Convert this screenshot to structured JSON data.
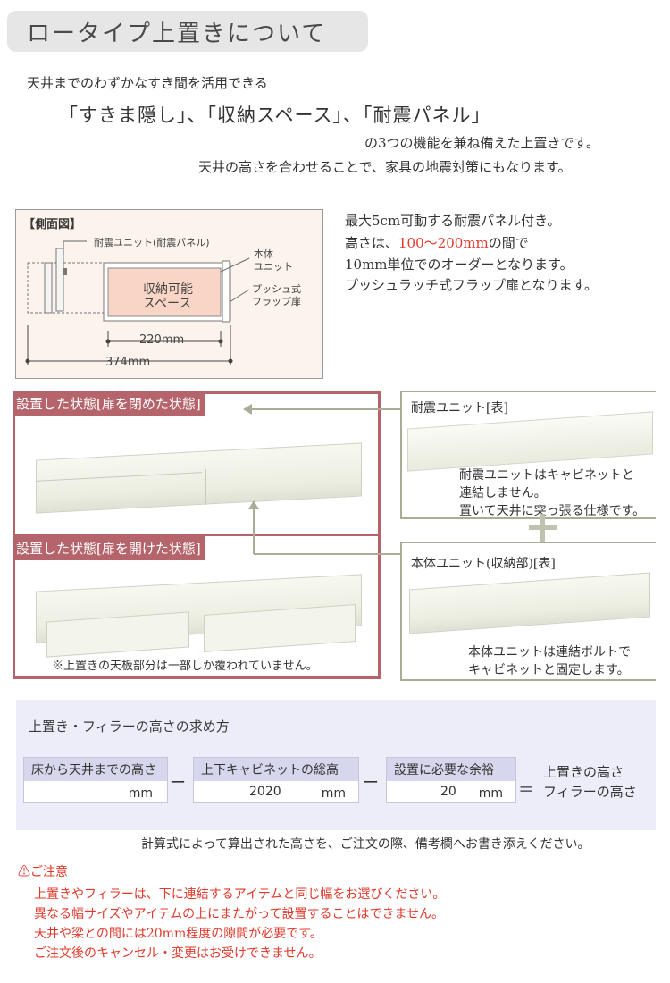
{
  "header": {
    "title": "ロータイプ上置きについて"
  },
  "intro": {
    "line1": "天井までのわずかなすき間を活用できる",
    "line2": "「すきま隠し」、「収納スペース」、「耐震パネル」",
    "line3": "の3つの機能を兼ね備えた上置きです。",
    "line4": "天井の高さを合わせることで、家具の地震対策にもなります。"
  },
  "side_view": {
    "title": "【側面図】",
    "label_panel": "耐震ユニット(耐震パネル)",
    "label_body_1": "本体",
    "label_body_2": "ユニット",
    "storage_1": "収納可能",
    "storage_2": "スペース",
    "label_door_1": "プッシュ式",
    "label_door_2": "フラップ扉",
    "dim_inner": "220mm",
    "dim_outer": "374mm"
  },
  "features": {
    "line1": "最大5cm可動する耐震パネル付き。",
    "line2_pre": "高さは、",
    "line2_highlight": "100〜200mm",
    "line2_post": "の間で",
    "line3": "10mm単位でのオーダーとなります。",
    "line4": "プッシュラッチ式フラップ扉となります。"
  },
  "installed": {
    "closed_label": "設置した状態[扉を閉めた状態]",
    "open_label": "設置した状態[扉を開けた状態]",
    "note": "※上置きの天板部分は一部しか覆われていません。"
  },
  "units": {
    "panel_title": "耐震ユニット[表]",
    "panel_desc_1": "耐震ユニットはキャビネットと",
    "panel_desc_2": "連結しません。",
    "panel_desc_3": "置いて天井に突っ張る仕様です。",
    "body_title": "本体ユニット(収納部)[表]",
    "body_desc_1": "本体ユニットは連結ボルトで",
    "body_desc_2": "キャビネットと固定します。"
  },
  "calculator": {
    "title": "上置き・フィラーの高さの求め方",
    "box1_label": "床から天井までの高さ",
    "box1_unit": "mm",
    "minus": "ー",
    "box2_label": "上下キャビネットの総高",
    "box2_value": "2020",
    "box2_unit": "mm",
    "box3_label": "設置に必要な余裕",
    "box3_value": "20",
    "box3_unit": "mm",
    "equals": "＝",
    "result_1": "上置きの高さ",
    "result_2": "フィラーの高さ",
    "footnote": "計算式によって算出された高さを、ご注文の際、備考欄へお書き添えください。"
  },
  "cautions": {
    "title": "⚠ご注意",
    "items": [
      "上置きやフィラーは、下に連結するアイテムと同じ幅をお選びください。",
      "異なる幅サイズやアイテムの上にまたがって設置することはできません。",
      "天井や梁との間には20mm程度の隙間が必要です。",
      "ご注文後のキャンセル・変更はお受けできません。"
    ]
  },
  "colors": {
    "accent_pink": "#b5646c",
    "frame_gray": "#a9ad98",
    "warning_red": "#e0382a",
    "calc_bg": "#ededfa"
  }
}
